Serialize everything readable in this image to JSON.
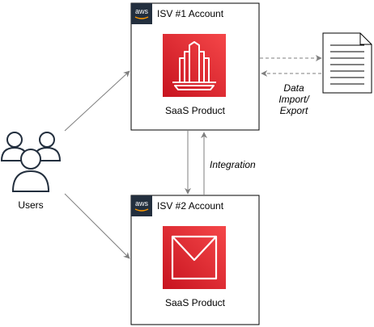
{
  "isv1": {
    "aws_badge": "aws",
    "title": "ISV #1 Account",
    "product_label": "SaaS Product"
  },
  "isv2": {
    "aws_badge": "aws",
    "title": "ISV #2 Account",
    "product_label": "SaaS Product"
  },
  "users": {
    "label": "Users"
  },
  "integration": {
    "label": "Integration"
  },
  "data_transfer": {
    "lines": [
      "Data",
      "Import/",
      "Export"
    ]
  },
  "colors": {
    "aws_badge_bg": "#232f3e",
    "product_red_top": "#f54749",
    "product_red_bottom": "#c7131f",
    "connector_gray": "#7f7f7f",
    "users_stroke": "#232f3e"
  },
  "icons": {
    "isv1_product": "building-icon",
    "isv2_product": "mail-envelope-icon",
    "users": "users-group-icon",
    "document": "document-icon"
  }
}
